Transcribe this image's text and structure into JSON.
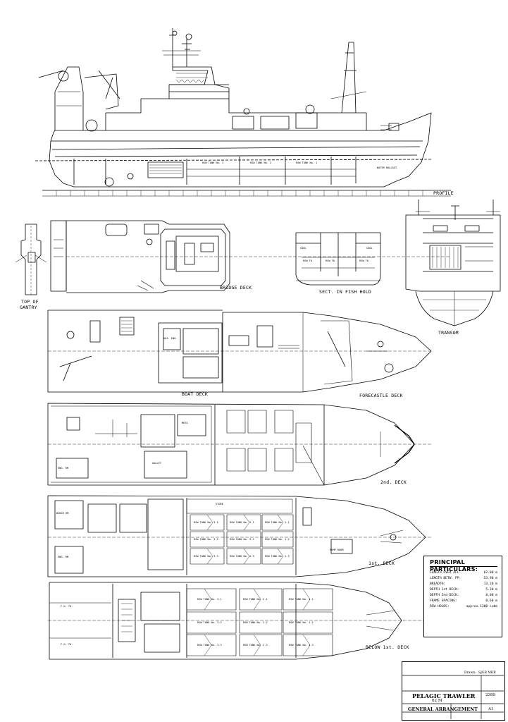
{
  "view_labels": {
    "profile": "PROFILE",
    "bridge_deck": "BRIDGE DECK",
    "sect_fish_hold": "SECT. IN FISH HOLD",
    "transom": "TRANSOM",
    "top_of_gantry_1": "TOP OF",
    "top_of_gantry_2": "GANTRY",
    "boat_deck": "BOAT DECK",
    "forecastle_deck": "FORECASTLE DECK",
    "second_deck": "2nd. DECK",
    "first_deck": "1st. DECK",
    "below_first_deck": "BELOW 1st. DECK"
  },
  "plan_labels": {
    "rsw_tank_no_3": "RSW TANK No. 3",
    "rsw_tank_no_2": "RSW TANK No. 2",
    "rsw_tank_no_1": "RSW TANK No. 1",
    "water_ballast": "WATER BALLAST",
    "fish_hold_1": "RSW TK.",
    "fish_hold_2": "RSW TK.",
    "fish_hold_3": "RSW TK.",
    "cool": "COOL",
    "eng_room": "ENG. RM",
    "auxiliary": "AUX. ENG.",
    "tank_31": "RSW TANK No. 3.1",
    "tank_32": "RSW TANK No. 3.2",
    "tank_33": "RSW TANK No. 3.3",
    "tank_21": "RSW TANK No. 2.1",
    "tank_22": "RSW TANK No. 2.2",
    "tank_23": "RSW TANK No. 2.3",
    "tank_11": "RSW TANK No. 1.1",
    "tank_12": "RSW TANK No. 1.2",
    "tank_13": "RSW TANK No. 1.3",
    "pump_room": "PUMP ROOM",
    "fuel_oil": "F.O. TK.",
    "store": "STORE",
    "winch_room": "WINCH RM",
    "galley": "GALLEY",
    "mess": "MESS"
  },
  "particulars": {
    "title": "PRINCIPAL PARTICULARS:",
    "rows": [
      {
        "label": "LENGTH OVER ALL:",
        "value": "62.00 m"
      },
      {
        "label": "LENGTH BETW. PP:",
        "value": "53.90 m"
      },
      {
        "label": "BREADTH:",
        "value": "13.20 m"
      },
      {
        "label": "DEPTH 1st DECK:",
        "value": "5.30 m"
      },
      {
        "label": "DEPTH 2nd DECK:",
        "value": "8.00 m"
      },
      {
        "label": "FRAME SPACING:",
        "value": "0.60 m"
      },
      {
        "label": "RSW HOLDS:",
        "value": "approx.1300 cubm"
      }
    ]
  },
  "title_block": {
    "drawn_label": "Drawn:",
    "drawn_value": "SJGB MKR",
    "vessel_type": "PELAGIC TRAWLER",
    "length": "62 M",
    "drawing_title": "GENERAL ARRANGEMENT",
    "drawing_no": "2389",
    "sheet": "A1"
  }
}
